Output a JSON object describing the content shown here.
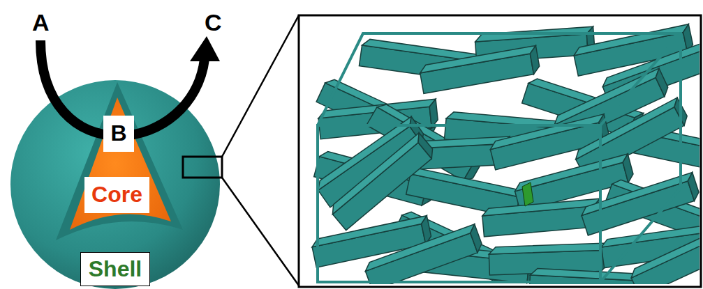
{
  "diagram": {
    "nodes": [
      {
        "text": [
          "B"
        ]
      },
      {
        "text": [
          "Core"
        ]
      },
      {
        "text": [
          "Shell"
        ]
      }
    ],
    "labels": [
      "A",
      "C"
    ]
  }
}
